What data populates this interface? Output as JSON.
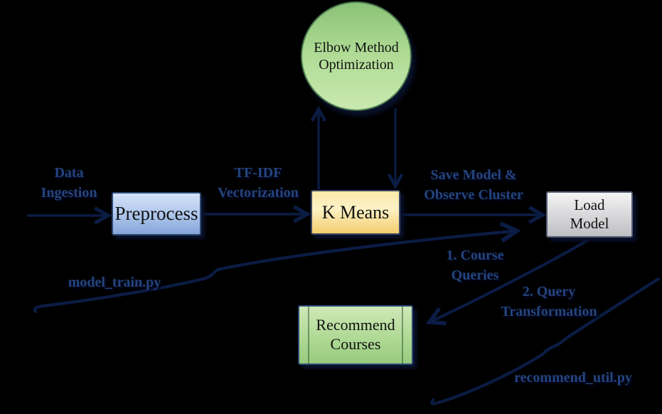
{
  "diagram": {
    "description": "Course recommendation system pipeline flowchart",
    "colors": {
      "background": "#000000",
      "arrow": "#0b1c44",
      "edge_label_text": "#24447e",
      "edge_label_shadow": "#03071c",
      "elbow_circle_fill": "#aeda93",
      "elbow_circle_border": "#49784e",
      "preprocess_fill": "#b4cbef",
      "kmeans_fill": "#fbdf8e",
      "loadmodel_fill": "#dcdcde",
      "recommend_fill": "#b5dc9a",
      "node_border": "#2e4a74",
      "node_text": "#121212"
    },
    "nodes": {
      "elbow_method": {
        "text": "Elbow Method\nOptimization"
      },
      "preprocess": {
        "text": "Preprocess"
      },
      "k_means": {
        "text": "K Means"
      },
      "load_model": {
        "text": "Load\nModel"
      },
      "recommend_courses": {
        "text": "Recommend\nCourses"
      }
    },
    "edge_labels": {
      "data_ingestion": "Data\nIngestion",
      "tfidf_vectorization": "TF-IDF\nVectorization",
      "save_model_observe_cluster": "Save Model &\nObserve Cluster",
      "course_queries": "1. Course\nQueries",
      "query_transformation": "2. Query\nTransformation",
      "model_train_script": "model_train.py",
      "recommend_util_script": "recommend_util.py"
    }
  }
}
